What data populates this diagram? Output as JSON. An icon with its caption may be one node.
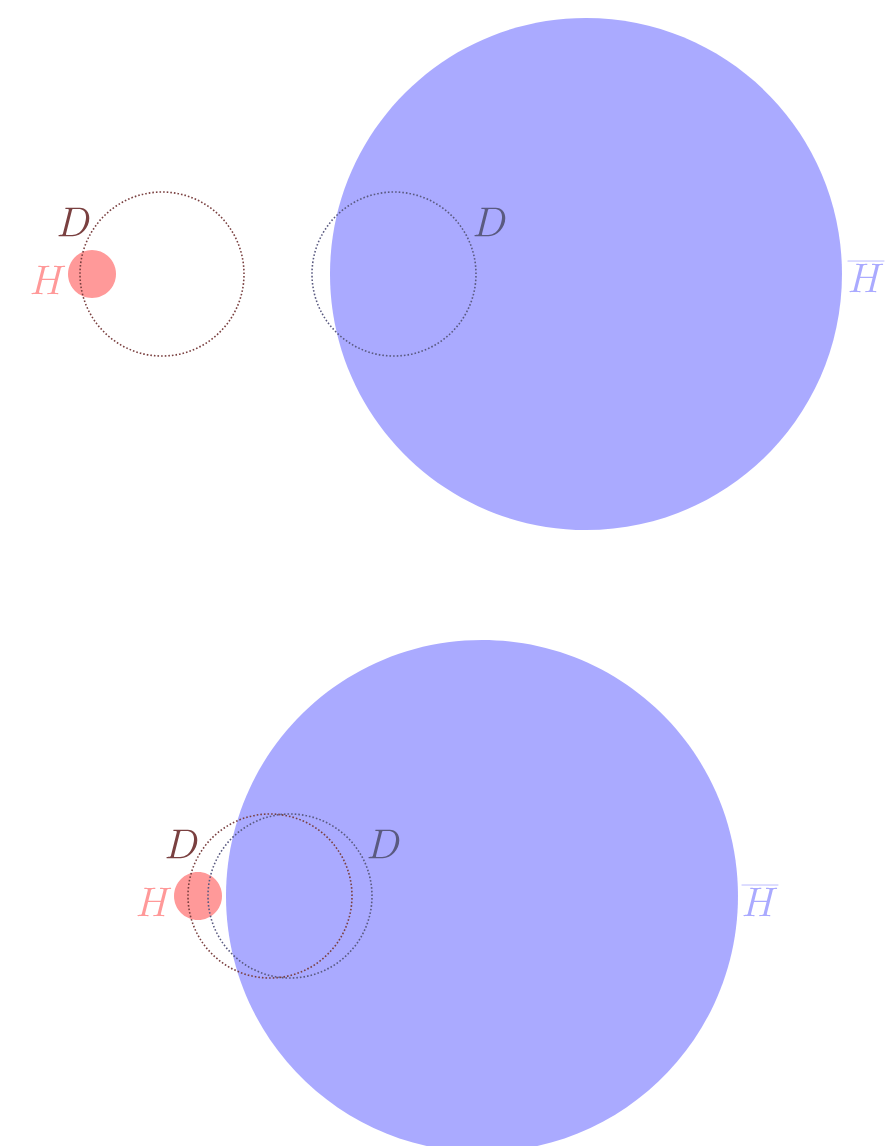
{
  "diagram": {
    "nodes": [
      {
        "text": [
          "H"
        ]
      },
      {
        "text": [],
        "shape": "circle"
      },
      {
        "text": [],
        "shape": "circle"
      },
      {
        "text": [
          "\\overline{H}"
        ]
      },
      {
        "text": [
          "H"
        ]
      },
      {
        "text": [],
        "shape": "circle"
      },
      {
        "text": [],
        "shape": "circle"
      },
      {
        "text": [
          "\\overline{H}"
        ]
      }
    ],
    "labels": [
      "D",
      "D",
      "D",
      "D"
    ]
  }
}
